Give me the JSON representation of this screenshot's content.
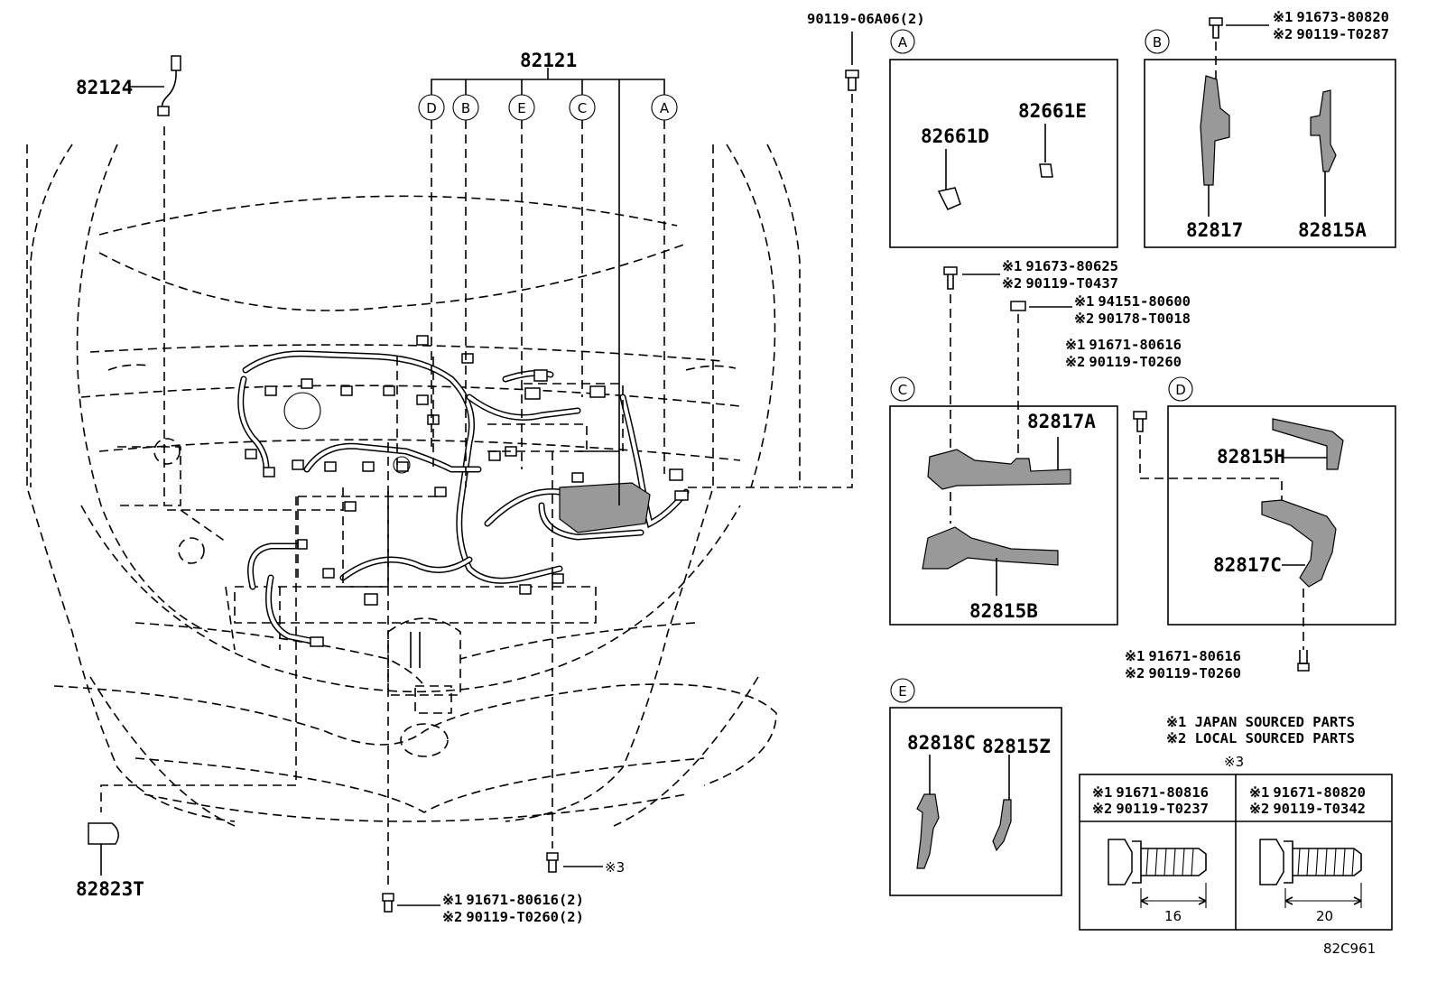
{
  "diagram_id": "82C961",
  "main_harness": {
    "part": "82121",
    "branches": [
      "D",
      "B",
      "E",
      "C",
      "A"
    ]
  },
  "top_left_part": "82124",
  "bottom_left_part": "82823T",
  "center_bolt": "90119-06A06(2)",
  "bottom_bolts": {
    "b1": {
      "jp": "91671-80616(2)",
      "local": "90119-T0260(2)"
    },
    "b2_ref": "※3"
  },
  "mark1": "※1",
  "mark2": "※2",
  "box_a": {
    "letter": "A",
    "parts": [
      "82661D",
      "82661E"
    ]
  },
  "box_b": {
    "letter": "B",
    "parts": [
      "82817",
      "82815A"
    ],
    "bolt": {
      "jp": "91673-80820",
      "local": "90119-T0287"
    }
  },
  "box_c": {
    "letter": "C",
    "parts": [
      "82817A",
      "82815B"
    ],
    "bolt1": {
      "jp": "91673-80625",
      "local": "90119-T0437"
    },
    "bolt2": {
      "jp": "94151-80600",
      "local": "90178-T0018"
    }
  },
  "box_d": {
    "letter": "D",
    "parts": [
      "82815H",
      "82817C"
    ],
    "bolt_top": {
      "jp": "91671-80616",
      "local": "90119-T0260"
    },
    "bolt_bottom": {
      "jp": "91671-80616",
      "local": "90119-T0260"
    }
  },
  "box_e": {
    "letter": "E",
    "parts": [
      "82818C",
      "82815Z"
    ]
  },
  "legend": {
    "l1": "※1 JAPAN SOURCED PARTS",
    "l2": "※2 LOCAL SOURCED PARTS",
    "ref": "※3"
  },
  "table": [
    {
      "jp": "91671-80816",
      "local": "90119-T0237",
      "length": "16"
    },
    {
      "jp": "91671-80820",
      "local": "90119-T0342",
      "length": "20"
    }
  ]
}
